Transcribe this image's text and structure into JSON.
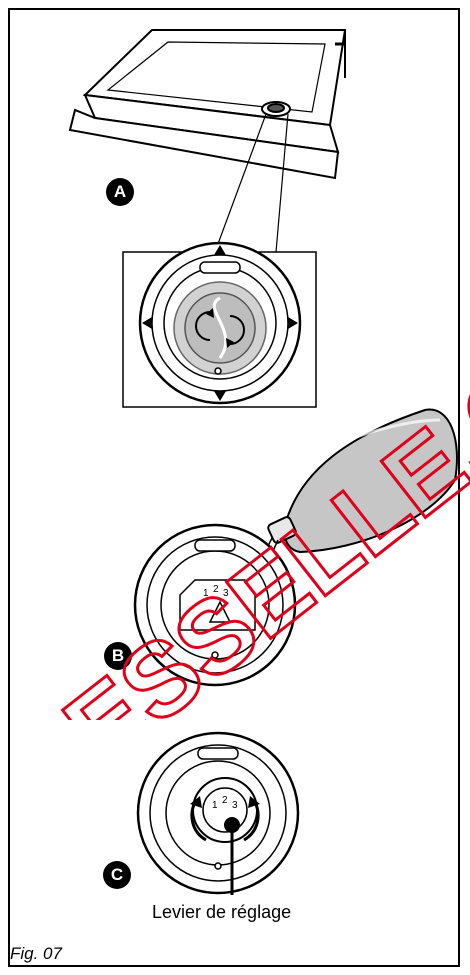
{
  "step_labels": {
    "a": "A",
    "b": "B",
    "c": "C"
  },
  "dial_numbers": {
    "one": "1",
    "two": "2",
    "three": "3"
  },
  "lever_caption": "Levier de réglage",
  "figure_label": "Fig. 07",
  "watermark": {
    "text": "ESSELLE.COM",
    "color": "#e0001a"
  }
}
